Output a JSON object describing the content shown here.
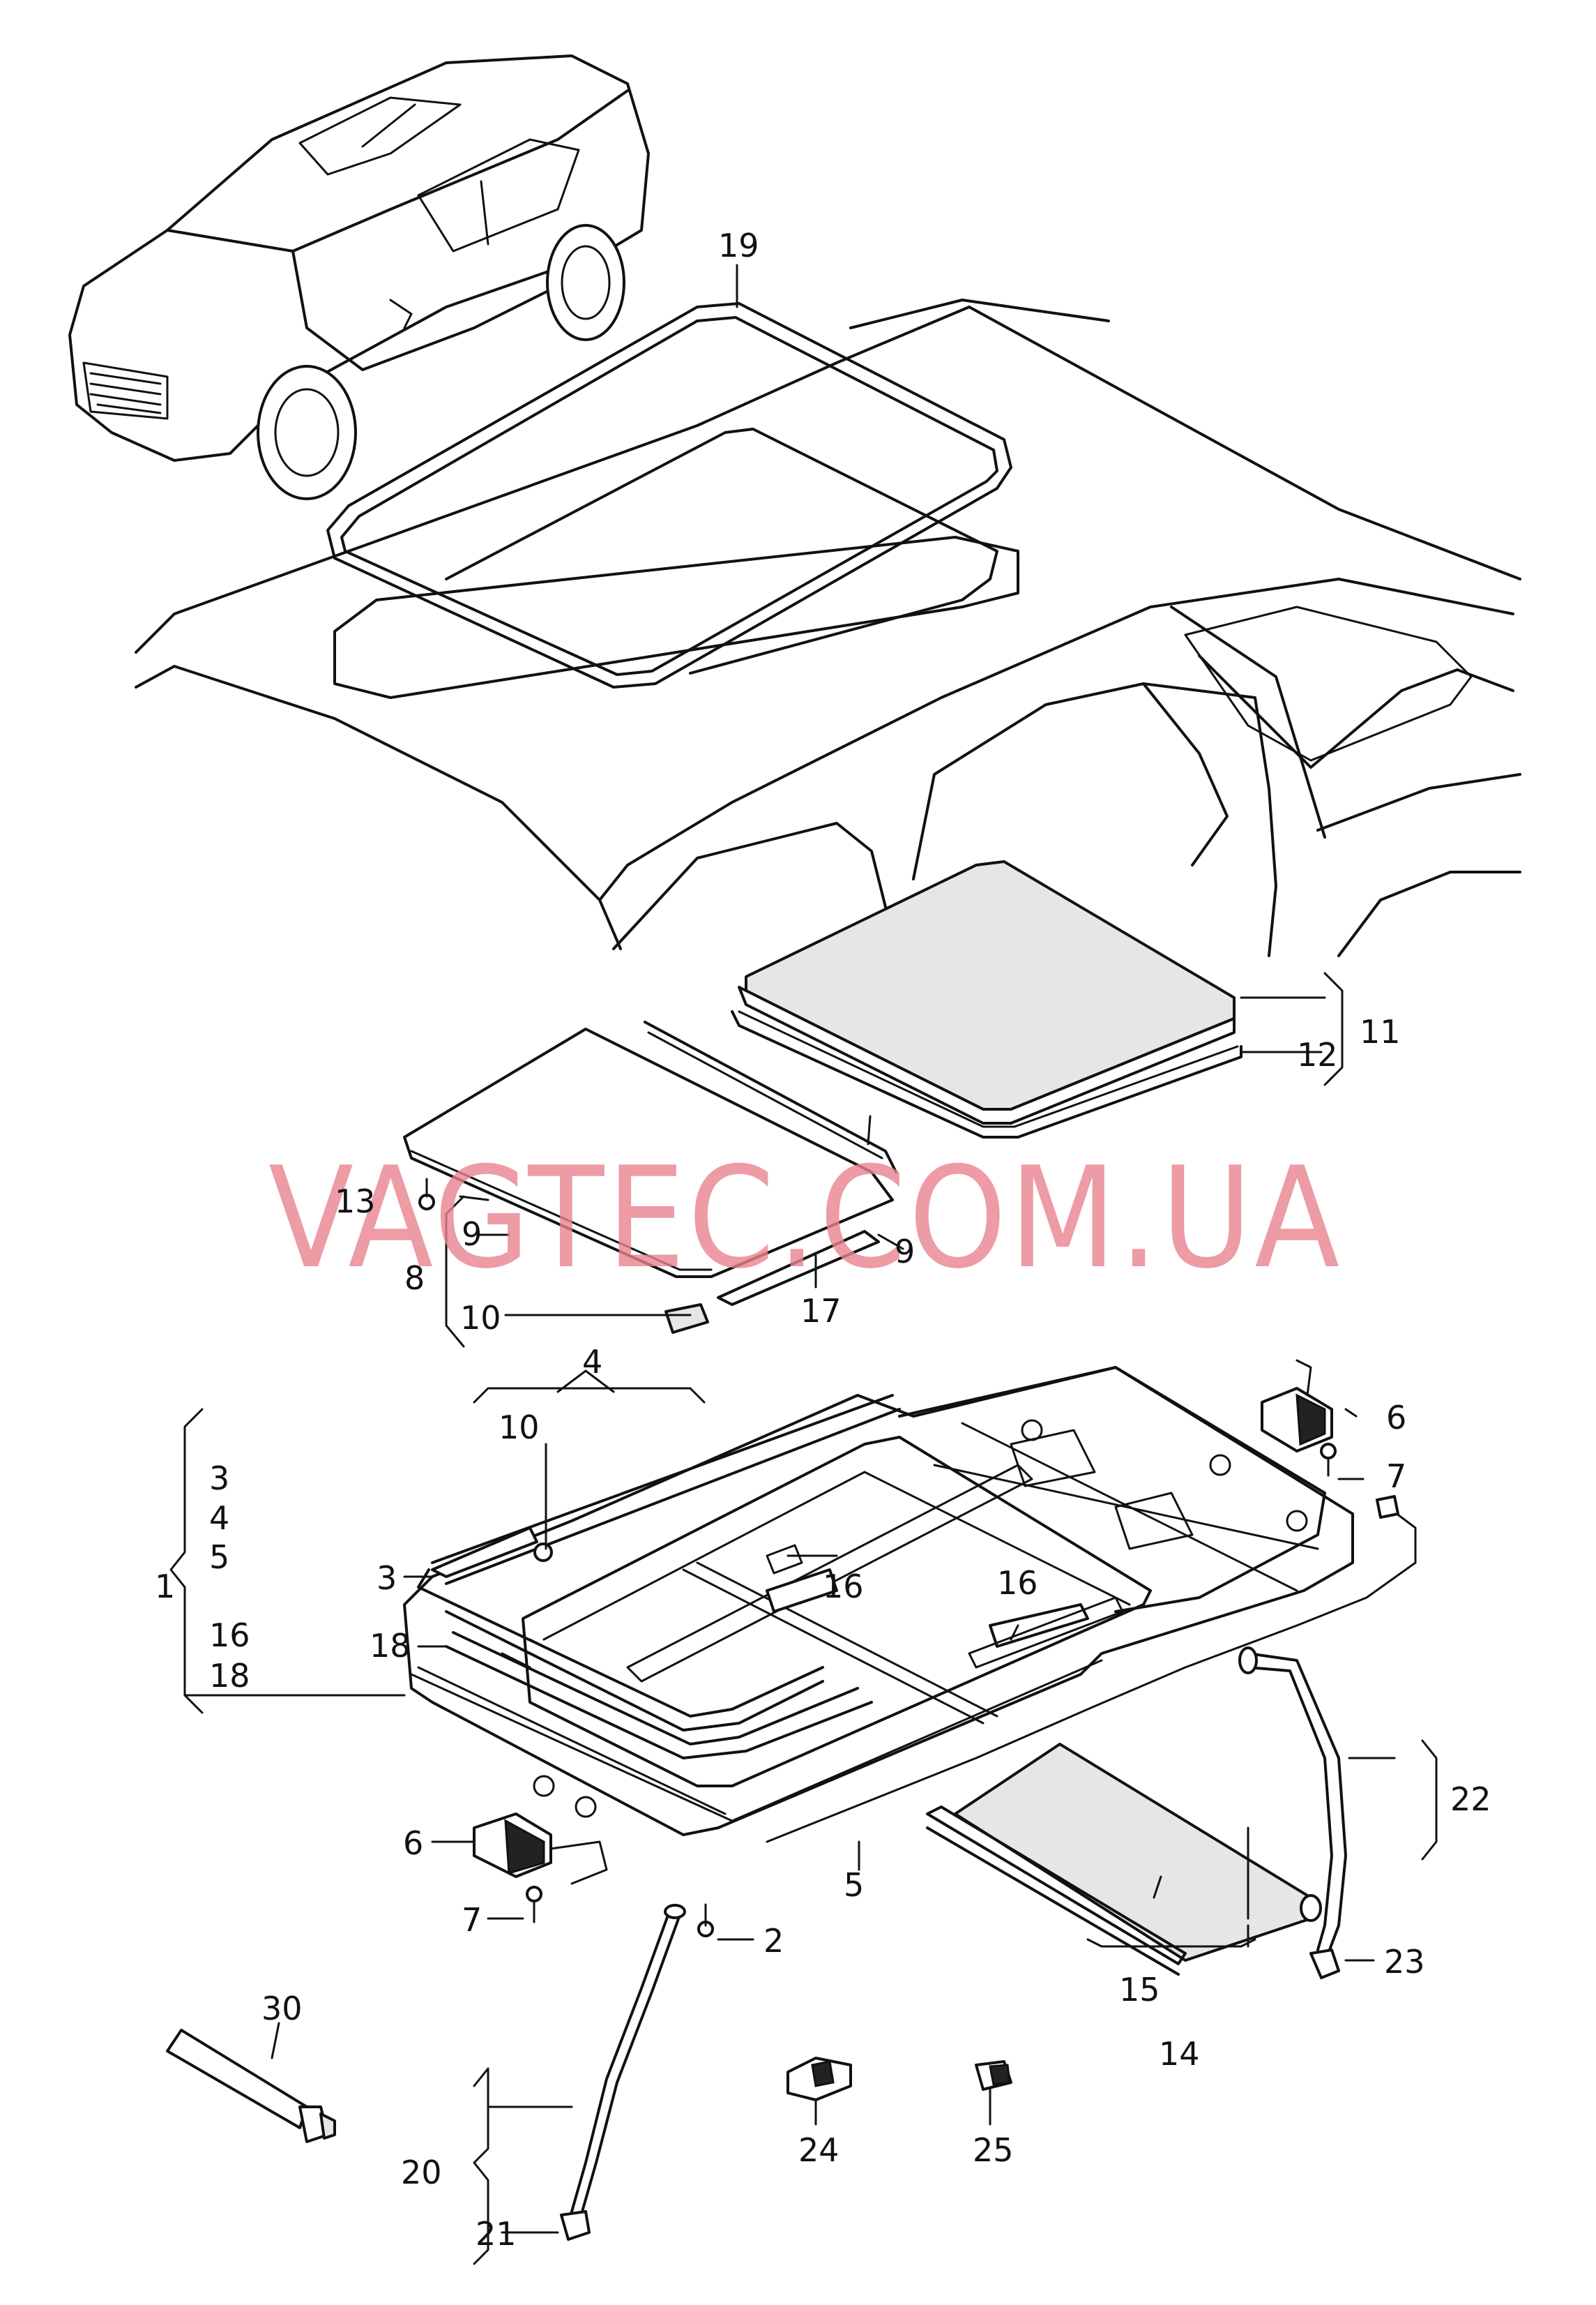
{
  "watermark": "VAGTEC.COM.UA",
  "callouts": [
    {
      "id": "c19",
      "text": "19"
    },
    {
      "id": "c11",
      "text": "11"
    },
    {
      "id": "c12",
      "text": "12"
    },
    {
      "id": "c13",
      "text": "13"
    },
    {
      "id": "c9a",
      "text": "9"
    },
    {
      "id": "c9b",
      "text": "9"
    },
    {
      "id": "c8",
      "text": "8"
    },
    {
      "id": "c10a",
      "text": "10"
    },
    {
      "id": "c17",
      "text": "17"
    },
    {
      "id": "c4top",
      "text": "4"
    },
    {
      "id": "c10b",
      "text": "10"
    },
    {
      "id": "c6a",
      "text": "6"
    },
    {
      "id": "c7a",
      "text": "7"
    },
    {
      "id": "c1",
      "text": "1"
    },
    {
      "id": "c1_3",
      "text": "3"
    },
    {
      "id": "c1_4",
      "text": "4"
    },
    {
      "id": "c1_5",
      "text": "5"
    },
    {
      "id": "c1_16",
      "text": "16"
    },
    {
      "id": "c1_18",
      "text": "18"
    },
    {
      "id": "c3",
      "text": "3"
    },
    {
      "id": "c16a",
      "text": "16"
    },
    {
      "id": "c16b",
      "text": "16"
    },
    {
      "id": "c18",
      "text": "18"
    },
    {
      "id": "c6b",
      "text": "6"
    },
    {
      "id": "c7b",
      "text": "7"
    },
    {
      "id": "c2",
      "text": "2"
    },
    {
      "id": "c5",
      "text": "5"
    },
    {
      "id": "c22",
      "text": "22"
    },
    {
      "id": "c23",
      "text": "23"
    },
    {
      "id": "c15",
      "text": "15"
    },
    {
      "id": "c14",
      "text": "14"
    },
    {
      "id": "c30",
      "text": "30"
    },
    {
      "id": "c24",
      "text": "24"
    },
    {
      "id": "c25",
      "text": "25"
    },
    {
      "id": "c20",
      "text": "20"
    },
    {
      "id": "c21",
      "text": "21"
    }
  ]
}
